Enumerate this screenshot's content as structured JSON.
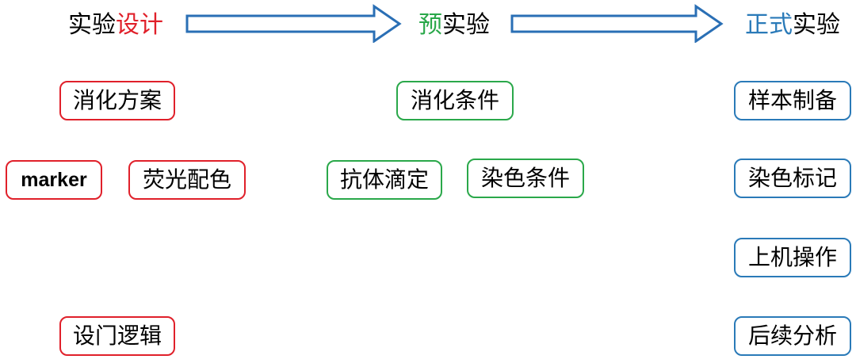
{
  "colors": {
    "design": "#e0202a",
    "pre": "#2aa84a",
    "formal": "#2a7ab8",
    "arrow_stroke": "#2a6fb5",
    "text": "#000000"
  },
  "headings": {
    "design": {
      "plain": "实验",
      "accent": "设计"
    },
    "pre": {
      "accent": "预",
      "plain": "实验"
    },
    "formal": {
      "accent": "正式",
      "plain": "实验"
    }
  },
  "arrows": [
    {
      "from": "实验设计",
      "to": "预实验"
    },
    {
      "from": "预实验",
      "to": "正式实验"
    }
  ],
  "design_column": {
    "items": [
      "消化方案",
      "marker",
      "荧光配色",
      "设门逻辑"
    ]
  },
  "pre_column": {
    "items": [
      "消化条件",
      "抗体滴定",
      "染色条件"
    ]
  },
  "formal_column": {
    "items": [
      "样本制备",
      "染色标记",
      "上机操作",
      "后续分析"
    ]
  }
}
